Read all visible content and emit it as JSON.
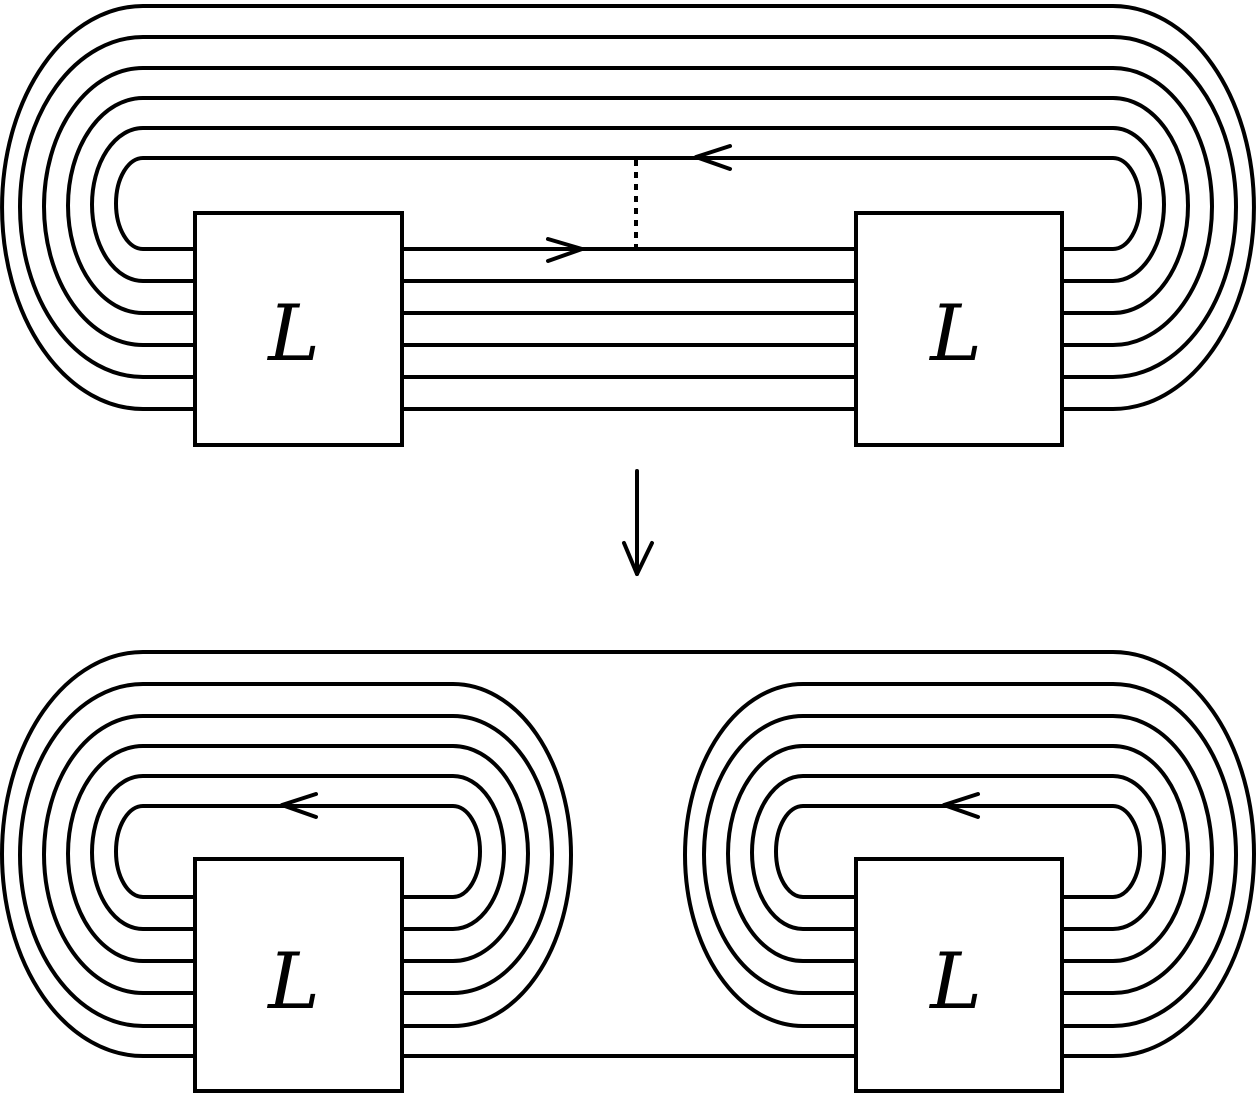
{
  "diagram": {
    "top": {
      "left_box_label": "L",
      "right_box_label": "L"
    },
    "bottom": {
      "left_box_label": "L",
      "right_box_label": "L"
    },
    "colors": {
      "stroke": "#000000",
      "background": "#ffffff"
    }
  }
}
